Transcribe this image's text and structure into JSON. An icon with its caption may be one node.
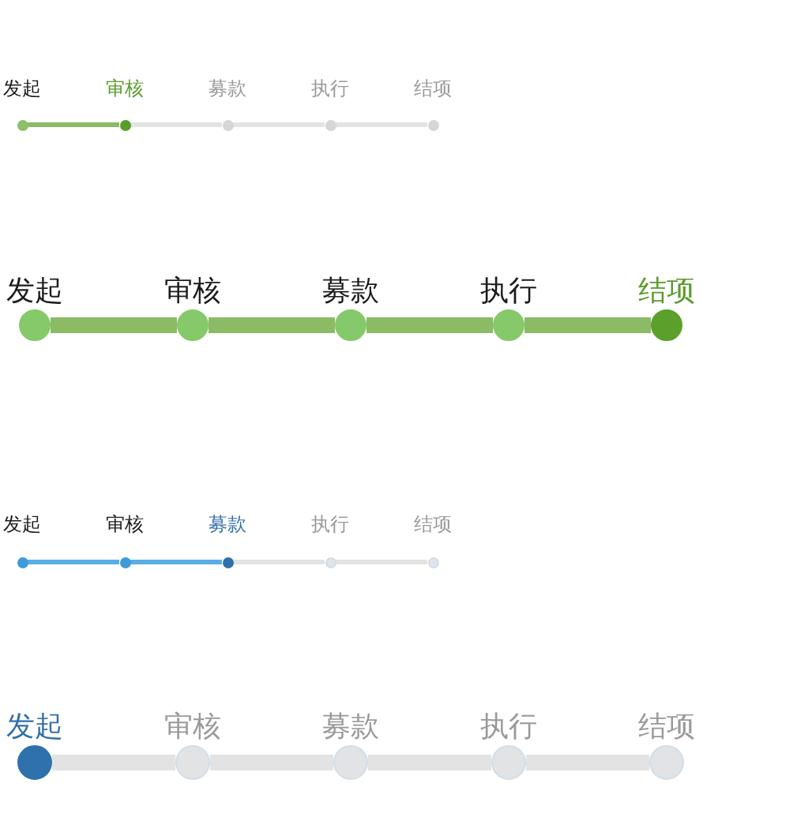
{
  "diagram": {
    "nodes": [
      {
        "text": [
          "发起"
        ]
      },
      {
        "text": [
          "审核"
        ]
      },
      {
        "text": [
          "募款"
        ]
      },
      {
        "text": [
          "执行"
        ]
      },
      {
        "text": [
          "结项"
        ]
      },
      {
        "text": [
          "发起"
        ]
      },
      {
        "text": [
          "审核"
        ]
      },
      {
        "text": [
          "募款"
        ]
      },
      {
        "text": [
          "执行"
        ]
      },
      {
        "text": [
          "结项"
        ]
      },
      {
        "text": [
          "发起"
        ]
      },
      {
        "text": [
          "审核"
        ]
      },
      {
        "text": [
          "募款"
        ]
      },
      {
        "text": [
          "执行"
        ]
      },
      {
        "text": [
          "结项"
        ]
      },
      {
        "text": [
          "发起"
        ]
      },
      {
        "text": [
          "审核"
        ]
      },
      {
        "text": [
          "募款"
        ]
      },
      {
        "text": [
          "执行"
        ]
      },
      {
        "text": [
          "结项"
        ]
      }
    ],
    "edges": [
      {
        "from": 0,
        "to": 1,
        "arrow": "none",
        "color": "#8cbb66"
      },
      {
        "from": 1,
        "to": 2,
        "arrow": "none"
      },
      {
        "from": 2,
        "to": 3,
        "arrow": "none"
      },
      {
        "from": 3,
        "to": 4,
        "arrow": "none"
      },
      {
        "from": 5,
        "to": 6,
        "arrow": "none",
        "style": "thick",
        "color": "#8cbb66"
      },
      {
        "from": 6,
        "to": 7,
        "arrow": "none",
        "style": "thick",
        "color": "#8cbb66"
      },
      {
        "from": 7,
        "to": 8,
        "arrow": "none",
        "style": "thick",
        "color": "#8cbb66"
      },
      {
        "from": 8,
        "to": 9,
        "arrow": "none",
        "style": "thick",
        "color": "#8cbb66"
      },
      {
        "from": 10,
        "to": 11,
        "arrow": "none",
        "color": "#5aaee8"
      },
      {
        "from": 11,
        "to": 12,
        "arrow": "none",
        "color": "#5aaee8"
      },
      {
        "from": 12,
        "to": 13,
        "arrow": "none"
      },
      {
        "from": 13,
        "to": 14,
        "arrow": "none"
      },
      {
        "from": 15,
        "to": 16,
        "arrow": "none",
        "style": "thick"
      },
      {
        "from": 16,
        "to": 17,
        "arrow": "none",
        "style": "thick"
      },
      {
        "from": 17,
        "to": 18,
        "arrow": "none",
        "style": "thick"
      },
      {
        "from": 18,
        "to": 19,
        "arrow": "none",
        "style": "thick"
      }
    ]
  }
}
